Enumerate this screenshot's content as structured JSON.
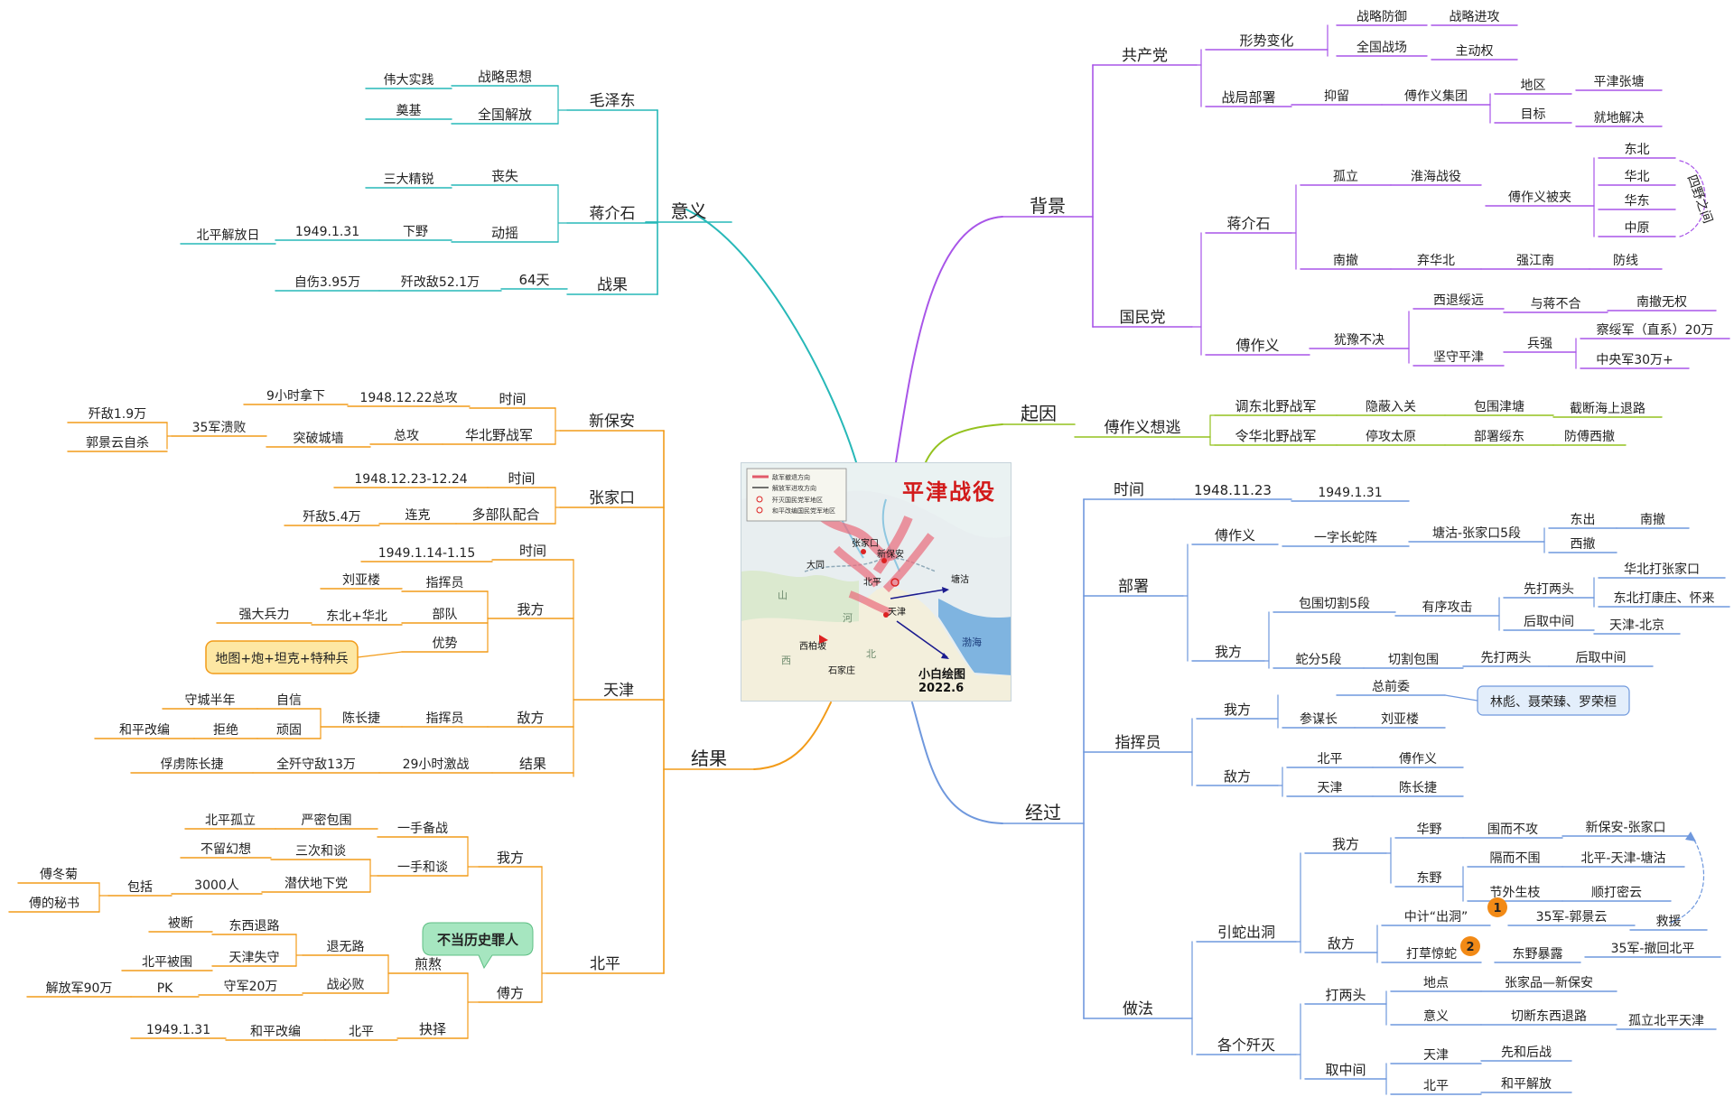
{
  "central": {
    "title": "平津战役",
    "credit": "小白绘图2022.6",
    "legend": [
      "敌军撤退方向",
      "解放军进攻方向",
      "歼灭国民党军地区",
      "和平改编国民党军地区"
    ],
    "places": [
      "张家口",
      "新保安",
      "大同",
      "北平",
      "天津",
      "塘沽",
      "西柏坡",
      "石家庄",
      "渤海",
      "山",
      "西",
      "河",
      "北"
    ]
  },
  "colors": {
    "yiyi": "#27b8b8",
    "jieguo": "#f29b19",
    "beijing": "#a855e8",
    "qiyin": "#94c21f",
    "jingguo": "#6f98dd",
    "highlight_fill": "#fde7a3",
    "callout_fill": "#a6e6c0",
    "badge": "#f28a16"
  },
  "branches": {
    "yiyi": {
      "label": "意义",
      "maozedong": {
        "label": "毛泽东",
        "items": [
          [
            "战略思想",
            "伟大实践"
          ],
          [
            "全国解放",
            "奠基"
          ]
        ]
      },
      "jiangjieshi": {
        "label": "蒋介石",
        "items": [
          [
            "丧失",
            "三大精锐"
          ],
          [
            "动摇",
            "下野",
            "1949.1.31",
            "北平解放日"
          ]
        ]
      },
      "zhanguo": {
        "label": "战果",
        "items": [
          "64天",
          "歼改敌52.1万",
          "自伤3.95万"
        ]
      }
    },
    "jieguo": {
      "label": "结果",
      "xinbaoan": {
        "label": "新保安",
        "shijian": [
          "时间",
          "1948.12.22总攻",
          "9小时拿下"
        ],
        "huabei": [
          "华北野战军",
          "总攻",
          "突破城墙",
          "35军溃败",
          "歼敌1.9万",
          "郭景云自杀"
        ]
      },
      "zhangjiakou": {
        "label": "张家口",
        "shijian": [
          "时间",
          "1948.12.23-12.24"
        ],
        "budui": [
          "多部队配合",
          "连克",
          "歼敌5.4万"
        ]
      },
      "tianjin": {
        "label": "天津",
        "shijian": [
          "时间",
          "1949.1.14-1.15"
        ],
        "wofang": {
          "label": "我方",
          "zhihuiyuan": [
            "指挥员",
            "刘亚楼"
          ],
          "budui": [
            "部队",
            "东北+华北",
            "强大兵力"
          ],
          "youshi": [
            "优势",
            "地图+炮+坦克+特种兵"
          ]
        },
        "difang": {
          "label": "敌方",
          "zhihuiyuan": [
            "指挥员",
            "陈长捷"
          ],
          "ziyin": [
            "自信",
            "守城半年"
          ],
          "wangu": [
            "顽固",
            "拒绝",
            "和平改编"
          ]
        },
        "jieguo": [
          "结果",
          "29小时激战",
          "全歼守敌13万",
          "俘虏陈长捷"
        ]
      },
      "beiping": {
        "label": "北平",
        "wofang": {
          "label": "我方",
          "beizhan": [
            "一手备战",
            "严密包围",
            "北平孤立"
          ],
          "hetan": {
            "label": "一手和谈",
            "sanci": [
              "三次和谈",
              "不留幻想"
            ],
            "qianfu": [
              "潜伏地下党",
              "3000人",
              "包括",
              "傅冬菊",
              "傅的秘书"
            ]
          }
        },
        "fufang": {
          "label": "傅方",
          "callout": "不当历史罪人",
          "jianao": {
            "label": "煎熬",
            "tuiwulu": [
              "退无路",
              "东西退路",
              "被断",
              "天津失守",
              "北平被围"
            ],
            "zhanbibai": [
              "战必败",
              "守军20万",
              "PK",
              "解放军90万"
            ]
          },
          "jueze": [
            "抉择",
            "北平",
            "和平改编",
            "1949.1.31"
          ]
        }
      }
    },
    "beijing": {
      "label": "背景",
      "gongchandang": {
        "label": "共产党",
        "xingshi": [
          "形势变化",
          "战略防御",
          "战略进攻",
          "全国战场",
          "主动权"
        ],
        "bushu": [
          "战局部署",
          "抑留",
          "傅作义集团",
          "地区",
          "平津张塘",
          "目标",
          "就地解决"
        ]
      },
      "guomindang": {
        "label": "国民党",
        "jiang": {
          "label": "蒋介石",
          "guli": [
            "孤立",
            "淮海战役",
            "傅作义被夹"
          ],
          "regions": [
            "东北",
            "华北",
            "华东",
            "中原"
          ],
          "bracket": "四野之间",
          "nanche": [
            "南撤",
            "弃华北",
            "强江南",
            "防线"
          ]
        },
        "fu": {
          "label": "傅作义",
          "youyu": "犹豫不决",
          "xitui": [
            "西退绥远",
            "与蒋不合",
            "南撤无权"
          ],
          "jianshou": [
            "坚守平津",
            "兵强",
            "察绥军（直系）20万",
            "中央军30万+"
          ]
        }
      }
    },
    "qiyin": {
      "label": "起因",
      "fu": "傅作义想逃",
      "row1": [
        "调东北野战军",
        "隐蔽入关",
        "包围津塘",
        "截断海上退路"
      ],
      "row2": [
        "令华北野战军",
        "停攻太原",
        "部署绥东",
        "防傅西撤"
      ]
    },
    "jingguo": {
      "label": "经过",
      "shijian": [
        "时间",
        "1948.11.23",
        "1949.1.31"
      ],
      "bushu": {
        "label": "部署",
        "fu": [
          "傅作义",
          "一字长蛇阵",
          "塘沽-张家口5段",
          "东出",
          "南撤",
          "西撤"
        ],
        "wofang": {
          "label": "我方",
          "baowei": [
            "包围切割5段",
            "有序攻击",
            "先打两头",
            "华北打张家口",
            "东北打康庄、怀来",
            "后取中间",
            "天津-北京"
          ],
          "shefen": [
            "蛇分5段",
            "切割包围",
            "先打两头",
            "后取中间"
          ]
        }
      },
      "zhihui": {
        "label": "指挥员",
        "wofang": [
          "我方",
          "总前委",
          "林彪、聂荣臻、罗荣桓",
          "参谋长",
          "刘亚楼"
        ],
        "difang": [
          "敌方",
          "北平",
          "傅作义",
          "天津",
          "陈长捷"
        ]
      },
      "zuofa": {
        "label": "做法",
        "yinshe": {
          "label": "引蛇出洞",
          "wofang": [
            "我方",
            "华野",
            "围而不攻",
            "新保安-张家口",
            "东野",
            "隔而不围",
            "北平-天津-塘沽",
            "节外生枝",
            "顺打密云",
            "救援"
          ],
          "difang": [
            "敌方",
            "中计“出洞”",
            "1",
            "35军-郭景云",
            "打草惊蛇",
            "2",
            "东野暴露",
            "35军-撤回北平"
          ]
        },
        "gejian": {
          "label": "各个歼灭",
          "dalt": [
            "打两头",
            "地点",
            "张家品—新保安",
            "意义",
            "切断东西退路",
            "孤立北平天津"
          ],
          "quzj": [
            "取中间",
            "天津",
            "先和后战",
            "北平",
            "和平解放"
          ]
        }
      }
    }
  }
}
